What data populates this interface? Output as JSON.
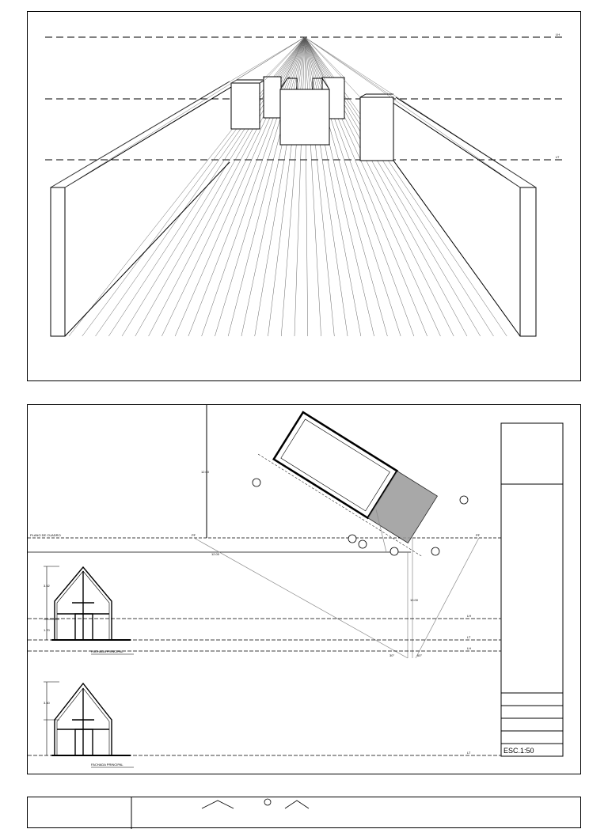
{
  "sheet1": {
    "labels": {
      "lh": "LH",
      "lt": "LT"
    }
  },
  "sheet2": {
    "labels": {
      "plano_de_cuadro": "PLANO DE CUADRO",
      "dim_vertical": "12.00",
      "dim_horizontal": "12.00",
      "dim_observer": "10.00",
      "pf_left": "PF",
      "pf_right": "PF",
      "lh1": "LH",
      "lt1": "LT",
      "lh2": "LH",
      "lt2": "LT",
      "elev1_caption": "FACHADA PRINCIPAL",
      "elev2_caption": "FACHADA PRINCIPAL",
      "elev1_h1": "3.52",
      "elev1_h2": "1.70",
      "elev2_h1": "3.40",
      "angle_left": "30°",
      "angle_right": "60°",
      "scale": "ESC.1:50"
    },
    "colors": {
      "line": "#000000",
      "hatch": "#7a7a7a",
      "construction": "#8a8a8a"
    }
  },
  "sheet3": {
    "labels": {}
  }
}
